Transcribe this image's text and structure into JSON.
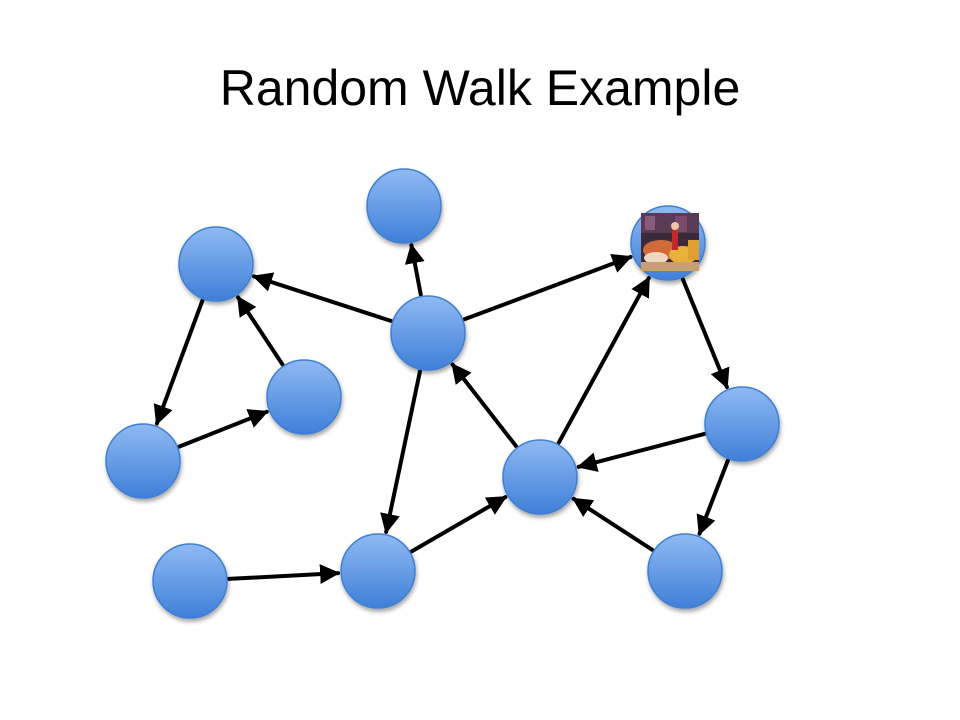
{
  "slide": {
    "title": "Random Walk Example"
  },
  "graph": {
    "node_color": "#5a96e6",
    "node_highlight": "#9cc2f5",
    "node_stroke": "#3f7fd3",
    "edge_color": "#000000",
    "walker_icon": "walker-photo-icon",
    "nodes": [
      {
        "id": "top"
      },
      {
        "id": "upper-left"
      },
      {
        "id": "center"
      },
      {
        "id": "walker-node"
      },
      {
        "id": "mid-left"
      },
      {
        "id": "left"
      },
      {
        "id": "right"
      },
      {
        "id": "center-bottom"
      },
      {
        "id": "bottom-left"
      },
      {
        "id": "bottom-middle"
      },
      {
        "id": "bottom-right"
      }
    ],
    "edges": [
      {
        "from": "center",
        "to": "top"
      },
      {
        "from": "center",
        "to": "upper-left"
      },
      {
        "from": "center",
        "to": "walker-node"
      },
      {
        "from": "center",
        "to": "bottom-middle"
      },
      {
        "from": "upper-left",
        "to": "left"
      },
      {
        "from": "mid-left",
        "to": "upper-left"
      },
      {
        "from": "left",
        "to": "mid-left"
      },
      {
        "from": "walker-node",
        "to": "right"
      },
      {
        "from": "right",
        "to": "center-bottom"
      },
      {
        "from": "right",
        "to": "bottom-right"
      },
      {
        "from": "center-bottom",
        "to": "center"
      },
      {
        "from": "center-bottom",
        "to": "walker-node"
      },
      {
        "from": "bottom-right",
        "to": "center-bottom"
      },
      {
        "from": "bottom-left",
        "to": "bottom-middle"
      },
      {
        "from": "bottom-middle",
        "to": "center-bottom"
      }
    ]
  }
}
